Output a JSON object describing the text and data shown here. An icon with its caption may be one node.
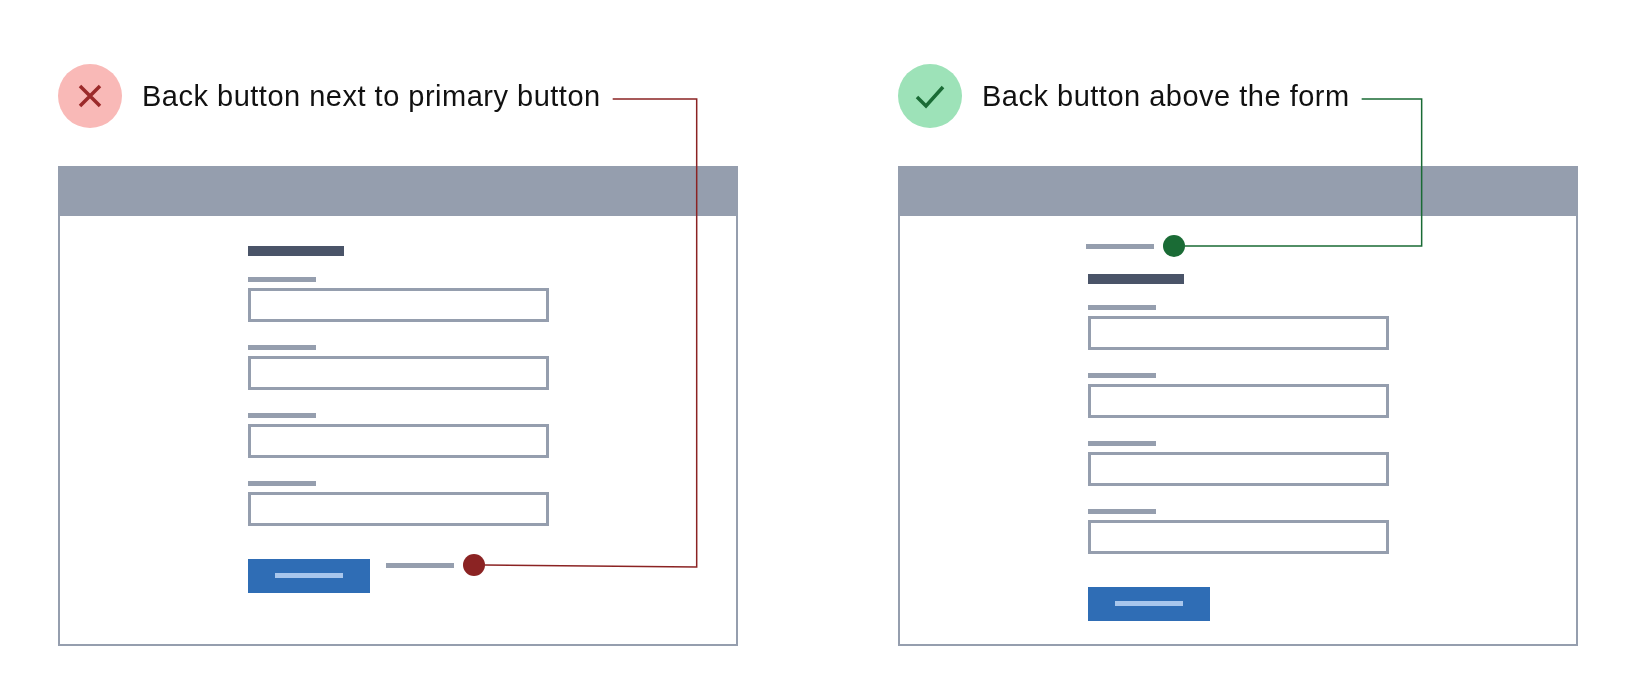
{
  "diagram": {
    "nodes": [
      {
        "text": [
          "Back button next to primary button"
        ]
      },
      {
        "text": [],
        "shape": "bar"
      },
      {
        "text": [
          "Back button above the form"
        ]
      },
      {
        "text": [],
        "shape": "bar"
      }
    ],
    "edges": [
      {
        "from": 0,
        "to": 1,
        "arrow": "none",
        "color": "#8b2323"
      },
      {
        "from": 2,
        "to": 3,
        "arrow": "none",
        "color": "#1a6b35"
      }
    ]
  }
}
